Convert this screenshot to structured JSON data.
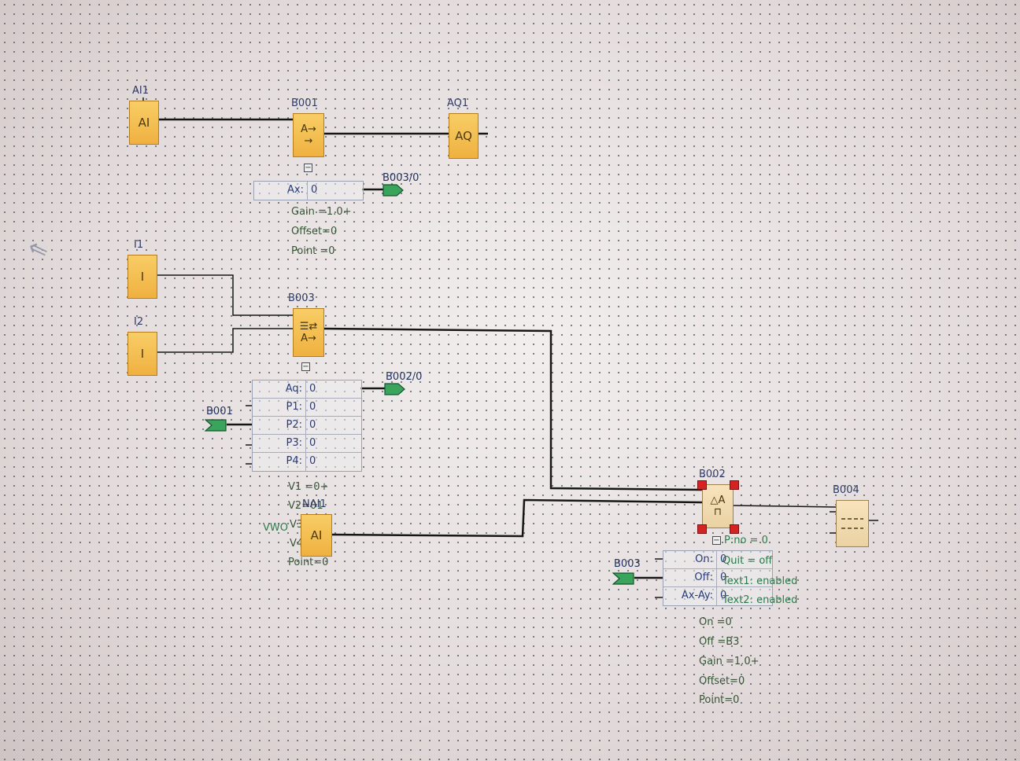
{
  "blocks": {
    "ai1": {
      "label": "AI1",
      "text": "AI"
    },
    "b001": {
      "label": "B001",
      "sym1": "A→",
      "sym2": "→"
    },
    "aq1": {
      "label": "AQ1",
      "text": "AQ"
    },
    "i1": {
      "label": "I1",
      "text": "I"
    },
    "i2": {
      "label": "I2",
      "text": "I"
    },
    "b003": {
      "label": "B003",
      "sym1": "☰⇄",
      "sym2": "A→"
    },
    "nai1": {
      "label": "NAI1",
      "text": "AI",
      "vwo": "VWO"
    },
    "b002": {
      "label": "B002",
      "sym1": "△A",
      "sym2": "⊓"
    },
    "b004": {
      "label": "B004"
    }
  },
  "b001_params": {
    "rows": [
      {
        "key": "Ax:",
        "value": "0"
      }
    ],
    "lines": [
      "Gain =1.0+",
      "Offset=0",
      "Point =0"
    ],
    "out_flag": "B003/0"
  },
  "b003_params": {
    "rows": [
      {
        "key": "Aq:",
        "value": "0"
      },
      {
        "key": "P1:",
        "value": "0"
      },
      {
        "key": "P2:",
        "value": "0"
      },
      {
        "key": "P3:",
        "value": "0"
      },
      {
        "key": "P4:",
        "value": "0"
      }
    ],
    "lines": [
      "V1 =0+",
      "V2=01",
      "V3",
      "V4",
      "Point=0"
    ],
    "out_flag": "B002/0",
    "in_flag": "B001"
  },
  "b002_params": {
    "rows": [
      {
        "key": "On:",
        "value": "0"
      },
      {
        "key": "Off:",
        "value": "0"
      },
      {
        "key": "Ax-Ay:",
        "value": "0"
      }
    ],
    "lines": [
      "On =0",
      "Off =B3",
      "Gain =1.0+",
      "Offset=0",
      "Point=0"
    ],
    "overlay": [
      "P:no = 0",
      "Quit = off",
      "Text1: enabled",
      "Text2: enabled"
    ],
    "in_flag": "B003"
  },
  "colors": {
    "block": "#f1b846",
    "flag": "#3aa35c",
    "wire": "#161616",
    "handle": "#d42323"
  }
}
